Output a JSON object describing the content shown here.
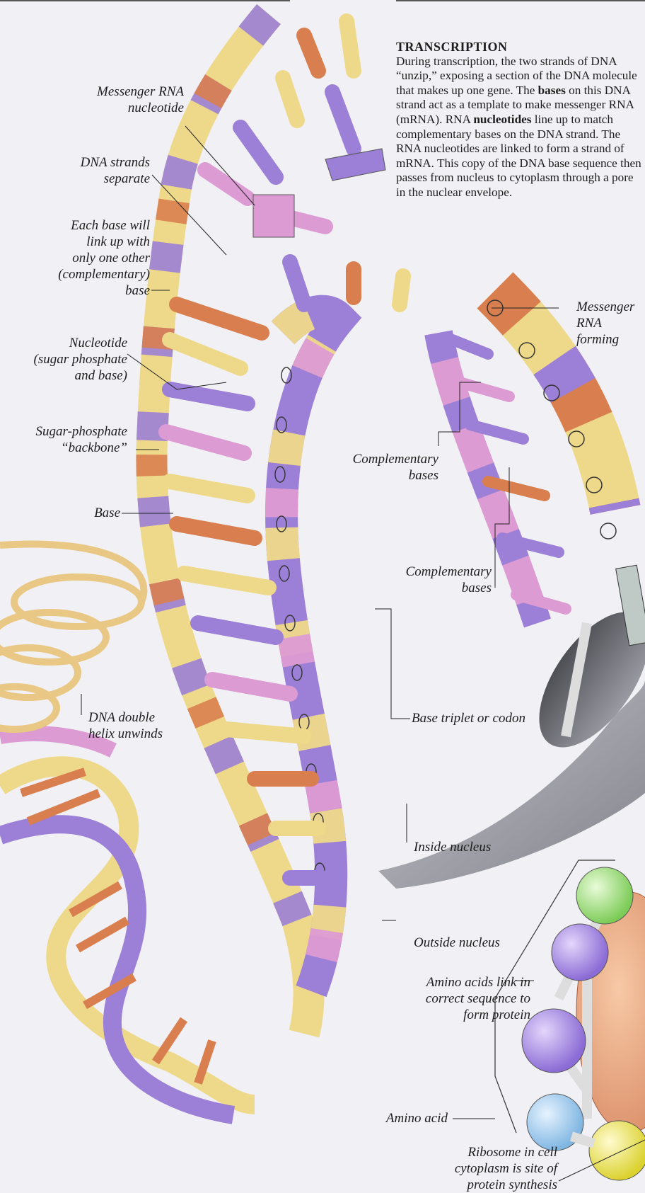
{
  "transcription": {
    "title": "TRANSCRIPTION",
    "body_1": "During transcription, the two strands of DNA “unzip,” exposing a section of the DNA molecule that makes up one gene. The ",
    "bold_1": "bases",
    "body_2": " on this DNA strand act as a template to make messenger RNA (mRNA). RNA ",
    "bold_2": "nucleotides",
    "body_3": " line up to match complementary bases on the DNA strand. The RNA nucleotides are linked to form a strand of mRNA. This copy of the DNA base sequence then passes from nucleus to cytoplasm through a pore in the nuclear envelope."
  },
  "labels": {
    "messenger_rna_nucleotide": "Messenger RNA\nnucleotide",
    "dna_strands_separate": "DNA strands\nseparate",
    "each_base": "Each base will\nlink up with\nonly one other\n(complementary)\nbase",
    "nucleotide": "Nucleotide\n(sugar phosphate\nand base)",
    "sugar_phosphate": "Sugar-phosphate\n“backbone”",
    "base": "Base",
    "complementary_bases_1": "Complementary\nbases",
    "complementary_bases_2": "Complementary\nbases",
    "messenger_rna_forming": "Messenger\nRNA\nforming",
    "base_triplet": "Base triplet or codon",
    "dna_double_helix": "DNA double\nhelix unwinds",
    "inside_nucleus": "Inside nucleus",
    "outside_nucleus": "Outside nucleus",
    "amino_acids_link": "Amino acids link in\ncorrect sequence to\nform protein",
    "amino_acid": "Amino acid",
    "ribosome": "Ribosome in cell\ncytoplasm is site of\nprotein synthesis"
  },
  "colors": {
    "purple": "#9c7fd6",
    "pink": "#dd9bd3",
    "yellow": "#eed98a",
    "orange": "#d97f4f",
    "nucleus": "#8c8c95",
    "green_sphere": "#9fe07a",
    "blue_sphere": "#9ec8ea",
    "yellow_sphere": "#f1ec59"
  }
}
